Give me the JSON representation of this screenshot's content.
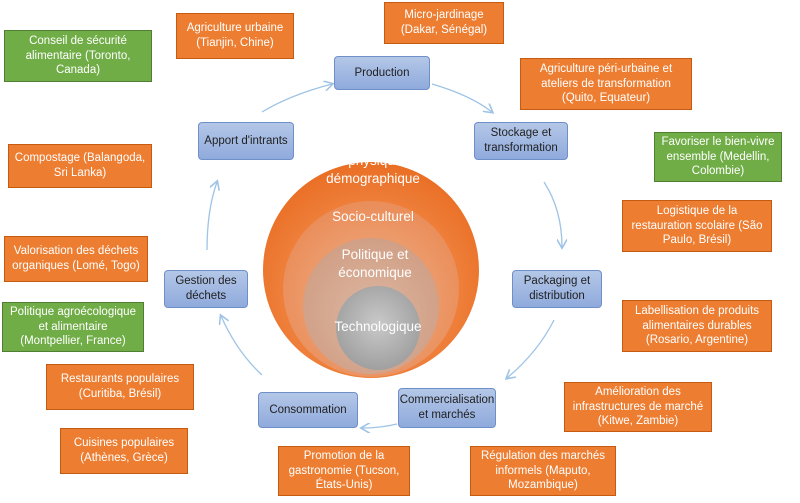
{
  "colors": {
    "orange": "#ed7d31",
    "green": "#70ad47",
    "stage_blue": "#b4c7e7",
    "arrow": "#9dc3e6"
  },
  "stages": {
    "production": "Production",
    "stockage": "Stockage et transformation",
    "packaging": "Packaging et distribution",
    "commercialisation": "Commercialisation et marchés",
    "consommation": "Consommation",
    "gestion": "Gestion des déchets",
    "apport": "Apport d'intrants"
  },
  "circles": {
    "outer": "Biophysique et démographique",
    "second": "Socio-culturel",
    "third": "Politique et économique",
    "inner": "Technologique"
  },
  "examples": {
    "agriculture_urbaine": "Agriculture urbaine (Tianjin, Chine)",
    "micro_jardinage": "Micro-jardinage (Dakar, Sénégal)",
    "peri_urbaine": "Agriculture péri-urbaine et ateliers de transformation (Quito, Equateur)",
    "bien_vivre": "Favoriser le bien-vivre ensemble (Medellin, Colombie)",
    "restauration_scolaire": "Logistique de la restauration scolaire (São Paulo, Brésil)",
    "labellisation": "Labellisation de produits alimentaires durables (Rosario, Argentine)",
    "infrastructures": "Amélioration des infrastructures de marché (Kitwe, Zambie)",
    "marches_informels": "Régulation des marchés informels (Maputo, Mozambique)",
    "gastronomie": "Promotion de la gastronomie (Tucson, États-Unis)",
    "cuisines": "Cuisines populaires (Athènes, Grèce)",
    "restaurants": "Restaurants populaires (Curitiba, Brésil)",
    "politique_agroeco": "Politique agroécologique et alimentaire (Montpellier, France)",
    "valorisation": "Valorisation des déchets organiques (Lomé, Togo)",
    "compostage": "Compostage (Balangoda, Sri Lanka)",
    "conseil": "Conseil de sécurité alimentaire (Toronto, Canada)"
  }
}
